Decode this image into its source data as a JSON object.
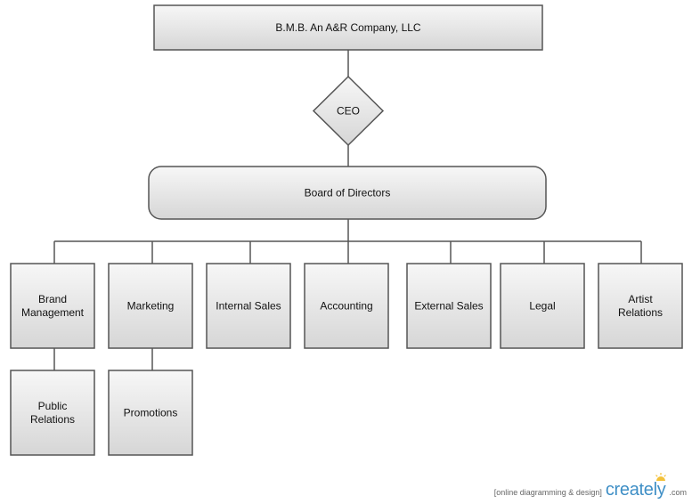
{
  "diagram": {
    "nodes": {
      "company": {
        "lines": [
          "B.M.B. An A&R Company, LLC"
        ]
      },
      "ceo": {
        "lines": [
          "CEO"
        ]
      },
      "board": {
        "lines": [
          "Board of Directors"
        ]
      },
      "brand_management": {
        "lines": [
          "Brand",
          "Management"
        ]
      },
      "marketing": {
        "lines": [
          "Marketing"
        ]
      },
      "internal_sales": {
        "lines": [
          "Internal Sales"
        ]
      },
      "accounting": {
        "lines": [
          "Accounting"
        ]
      },
      "external_sales": {
        "lines": [
          "External Sales"
        ]
      },
      "legal": {
        "lines": [
          "Legal"
        ]
      },
      "artist_relations": {
        "lines": [
          "Artist",
          "Relations"
        ]
      },
      "public_relations": {
        "lines": [
          "Public",
          "Relations"
        ]
      },
      "promotions": {
        "lines": [
          "Promotions"
        ]
      }
    },
    "edges": [
      [
        "company",
        "ceo"
      ],
      [
        "ceo",
        "board"
      ],
      [
        "board",
        "brand_management"
      ],
      [
        "board",
        "marketing"
      ],
      [
        "board",
        "internal_sales"
      ],
      [
        "board",
        "accounting"
      ],
      [
        "board",
        "external_sales"
      ],
      [
        "board",
        "legal"
      ],
      [
        "board",
        "artist_relations"
      ],
      [
        "brand_management",
        "public_relations"
      ],
      [
        "marketing",
        "promotions"
      ]
    ],
    "colors": {
      "fill_top": "#f7f7f7",
      "fill_bottom": "#d6d6d6",
      "stroke": "#555555",
      "text": "#111111"
    }
  },
  "watermark": {
    "tagline": "[online diagramming & design]",
    "logo": "creately",
    "suffix": ".com",
    "logo_color": "#3f8fc6",
    "sun_color": "#f3c13a"
  }
}
